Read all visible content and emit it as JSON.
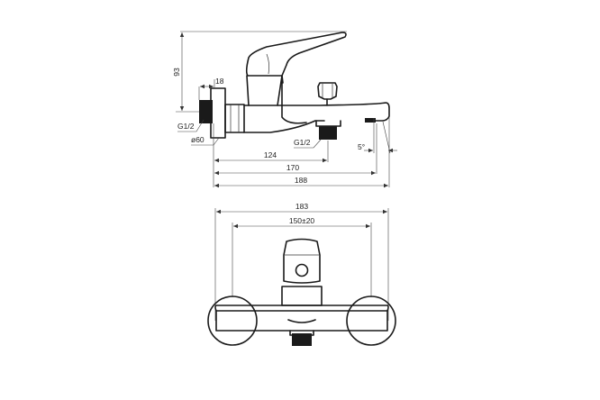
{
  "side_view": {
    "dim_height": "93",
    "dim_wall_thread_depth": "18",
    "label_wall_thread": "G1/2",
    "label_rosette_diameter": "ø60",
    "label_outlet_thread": "G1/2",
    "label_spout_angle": "5°",
    "dim_outlet_distance": "124",
    "dim_spout_length": "170",
    "dim_overall_length": "188"
  },
  "front_view": {
    "dim_overall_width": "183",
    "dim_centers": "150±20"
  },
  "colors": {
    "line": "#1a1a1a",
    "background": "#ffffff"
  }
}
